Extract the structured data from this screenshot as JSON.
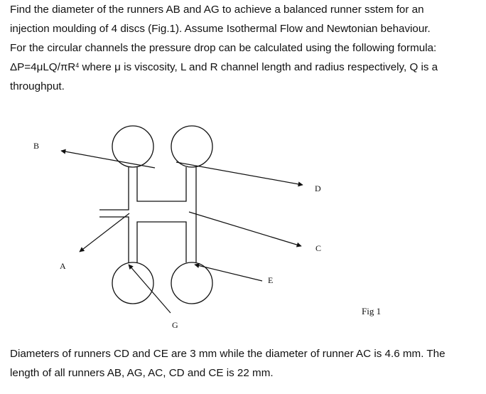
{
  "problem": {
    "lines": [
      "Find the diameter of the runners AB and AG to achieve a balanced runner sstem for an",
      "injection moulding of 4 discs (Fig.1). Assume Isothermal Flow and Newtonian behaviour.",
      "For the circular channels the pressure drop can be calculated using the following formula:"
    ],
    "formula_prefix": "ΔP=4μLQ/πR",
    "formula_exponent": "4",
    "formula_suffix": " where μ is viscosity, L and R channel length and radius respectively, Q is a",
    "last_line": "throughput."
  },
  "figure": {
    "labels": {
      "B": "B",
      "D": "D",
      "C": "C",
      "A": "A",
      "E": "E",
      "G": "G"
    },
    "caption": "Fig 1"
  },
  "footer": {
    "lines": [
      "Diameters of runners CD and CE are 3 mm while the diameter of runner AC is 4.6 mm. The",
      "length of all runners AB, AG, AC, CD and CE is 22 mm."
    ]
  }
}
